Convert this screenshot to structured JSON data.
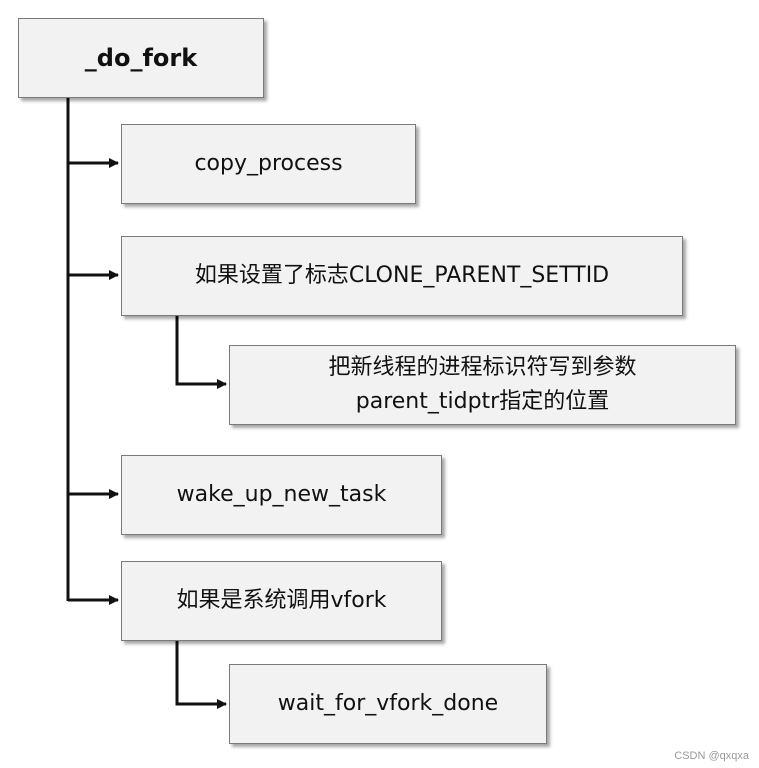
{
  "diagram": {
    "root": "_do_fork",
    "copy_process": "copy_process",
    "if_clone_parent_settid": "如果设置了标志CLONE_PARENT_SETTID",
    "write_tid": [
      "把新线程的进程标识符写到参数",
      "parent_tidptr指定的位置"
    ],
    "wake_up_new_task": "wake_up_new_task",
    "if_vfork": "如果是系统调用vfork",
    "wait_for_vfork_done": "wait_for_vfork_done"
  },
  "watermark": "CSDN @qxqxa"
}
